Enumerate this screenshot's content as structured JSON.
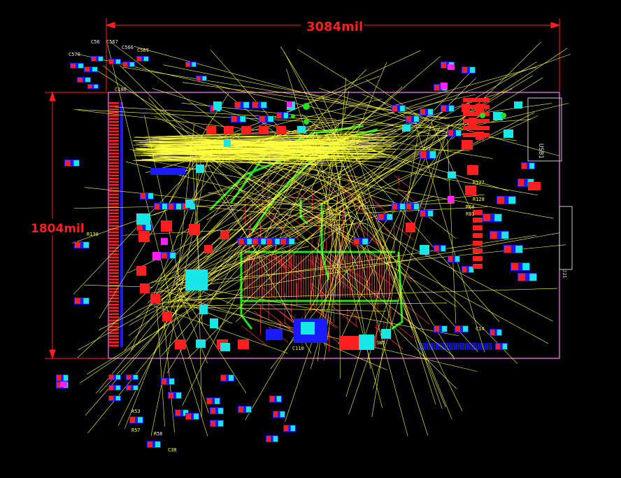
{
  "dimensions": {
    "width_label": "3084mil",
    "height_label": "1804mil"
  },
  "component_labels": [
    "C56",
    "C567",
    "C566",
    "C569",
    "C570",
    "C100",
    "C110",
    "C14",
    "C38",
    "R127",
    "R128",
    "R60",
    "R81",
    "R130",
    "R53",
    "R56",
    "R57",
    "USB1",
    "J21",
    "SW5"
  ],
  "colors": {
    "background": "#000000",
    "board_outline": "#ff80ff",
    "dimension": "#ff1f1f",
    "ratsnest": "#ffff40",
    "top_pad": "#ff1f1f",
    "bottom_pad": "#19e6e6",
    "via_fill": "#1a1aff",
    "copper_trace": "#20e020",
    "inner_trace": "#ff3c3c",
    "silkscreen": "#ffff40"
  }
}
